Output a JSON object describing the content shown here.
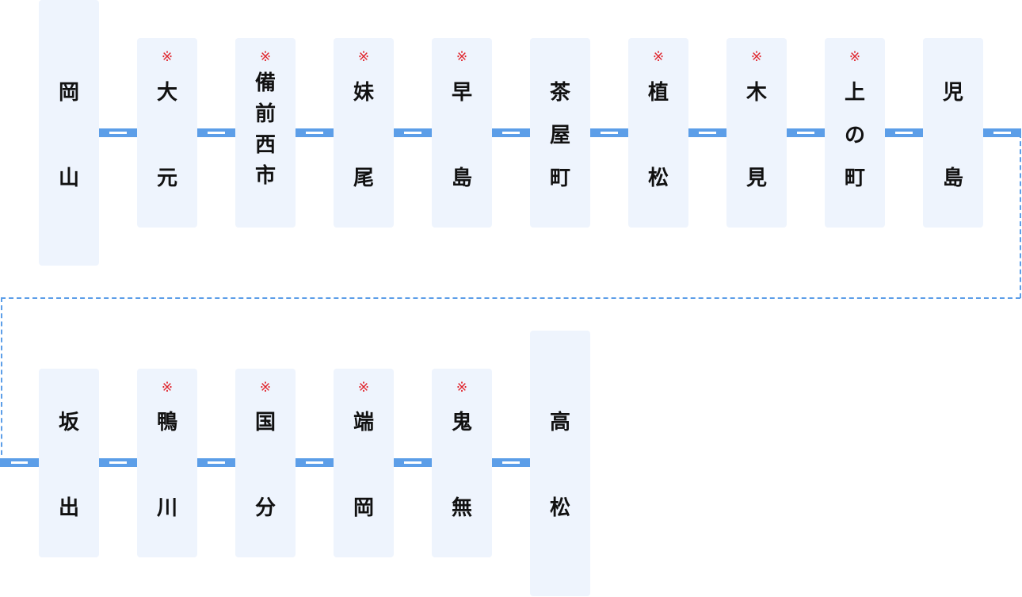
{
  "route_colors": {
    "track": "#5c9ee8",
    "card": "#eef4fd",
    "mark": "#e0242c"
  },
  "rows": [
    {
      "stations": [
        {
          "chars": [
            "岡",
            "山"
          ],
          "mark": ""
        },
        {
          "chars": [
            "大",
            "元"
          ],
          "mark": "※"
        },
        {
          "chars": [
            "備",
            "前",
            "西",
            "市"
          ],
          "mark": "※"
        },
        {
          "chars": [
            "妹",
            "尾"
          ],
          "mark": "※"
        },
        {
          "chars": [
            "早",
            "島"
          ],
          "mark": "※"
        },
        {
          "chars": [
            "茶",
            "屋",
            "町"
          ],
          "mark": ""
        },
        {
          "chars": [
            "植",
            "松"
          ],
          "mark": "※"
        },
        {
          "chars": [
            "木",
            "見"
          ],
          "mark": "※"
        },
        {
          "chars": [
            "上",
            "の",
            "町"
          ],
          "mark": "※"
        },
        {
          "chars": [
            "児",
            "島"
          ],
          "mark": ""
        }
      ]
    },
    {
      "stations": [
        {
          "chars": [
            "坂",
            "出"
          ],
          "mark": ""
        },
        {
          "chars": [
            "鴨",
            "川"
          ],
          "mark": "※"
        },
        {
          "chars": [
            "国",
            "分"
          ],
          "mark": "※"
        },
        {
          "chars": [
            "端",
            "岡"
          ],
          "mark": "※"
        },
        {
          "chars": [
            "鬼",
            "無"
          ],
          "mark": "※"
        },
        {
          "chars": [
            "高",
            "松"
          ],
          "mark": ""
        }
      ]
    }
  ]
}
